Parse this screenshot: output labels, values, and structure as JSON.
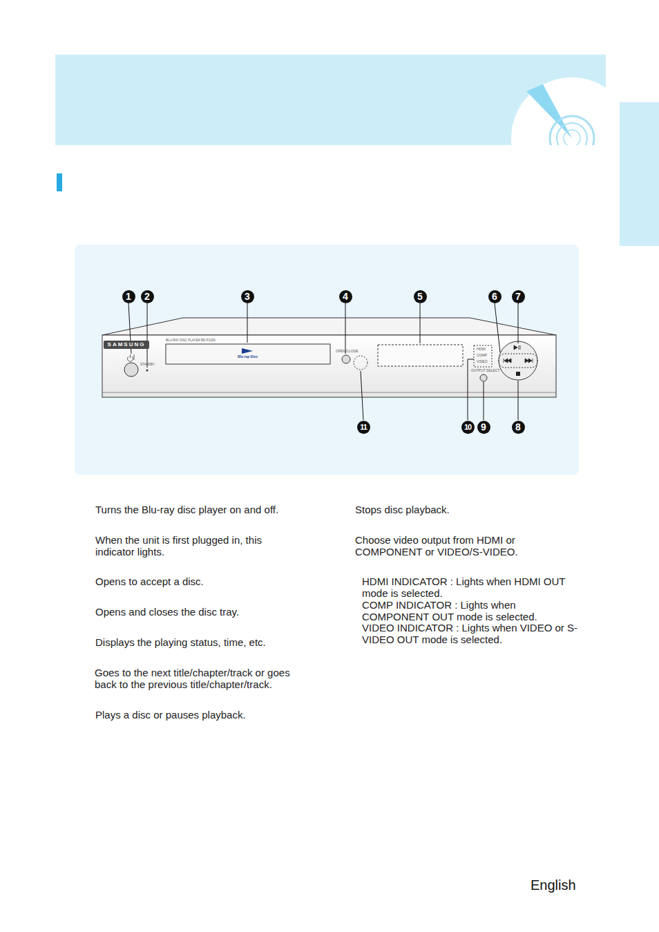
{
  "diagram": {
    "labels": [
      "1",
      "2",
      "3",
      "4",
      "5",
      "6",
      "7",
      "11",
      "10",
      "9",
      "8",
      "SAMSUNG",
      "BLU-RAY DISC PLAYER BD-P1200",
      "STANDBY",
      "Blu-ray Disc",
      "OPEN/CLOSE",
      "HDMI",
      "COMP",
      "VIDEO",
      "OUTPUT SELECT",
      "Turns the Blu-ray disc player on and off.",
      "When the unit is first plugged in, this indicator lights.",
      "Opens to accept a disc.",
      "Opens and closes the disc tray.",
      "Displays the playing status, time, etc.",
      "Goes to the next title/chapter/track or goes back to the previous title/chapter/track.",
      "Plays a disc or pauses playback.",
      "Stops disc playback.",
      "Choose video output from HDMI or COMPONENT or VIDEO/S-VIDEO.",
      "HDMI INDICATOR : Lights when HDMI OUT mode is selected.",
      "COMP INDICATOR : Lights when COMPONENT OUT mode is selected.",
      "VIDEO INDICATOR : Lights when VIDEO or S-VIDEO OUT mode is selected.",
      "English"
    ]
  }
}
